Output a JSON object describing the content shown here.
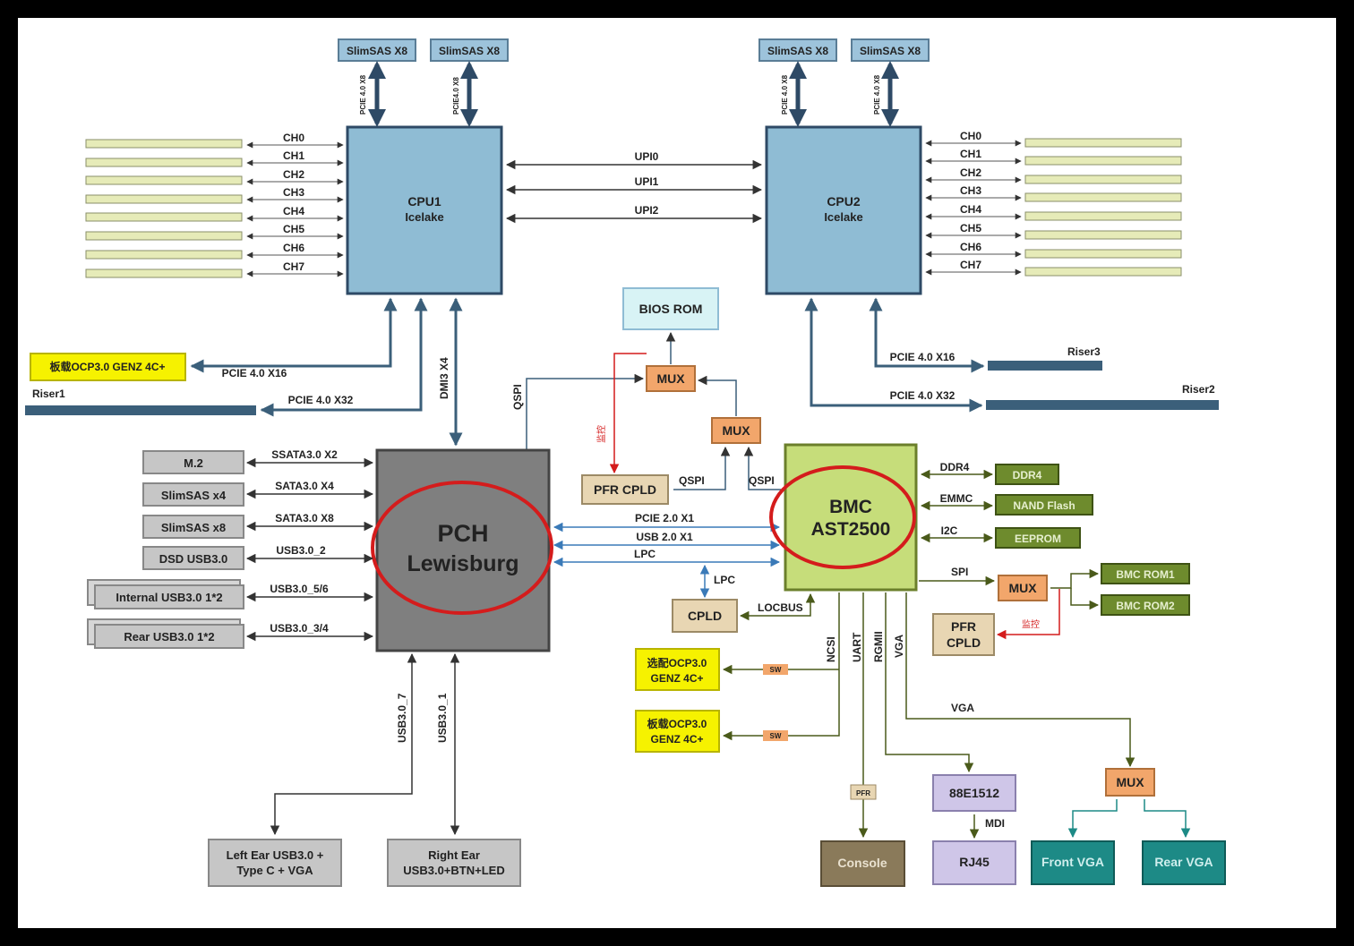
{
  "colors": {
    "background": "#ffffff",
    "frame": "#000000",
    "cpu_fill": "#8fbcd4",
    "pch_fill": "#7f7f7f",
    "bmc_fill": "#c6dd7a",
    "orange_box": "#f2a66b",
    "tan_box": "#e8d6b3",
    "yellow_box": "#f6f200",
    "green_box": "#6e8b2d",
    "teal_box": "#1d8a86",
    "lavender_box": "#cfc6e8",
    "brown_box": "#8a7a5a",
    "bios_fill": "#d8f3f5",
    "red_ring": "#d41c1c",
    "arrow": "#333333",
    "blue_arrow": "#3a7ab8",
    "red_arrow": "#d41c1c",
    "olive_arrow": "#4a5a1a",
    "teal_arrow": "#1d8a86",
    "gray_slot": "#c6c6c6",
    "dimm": "#e6ebb8",
    "riser": "#3b5f7a"
  },
  "cpu1": {
    "line1": "CPU1",
    "line2": "Icelake"
  },
  "cpu2": {
    "line1": "CPU2",
    "line2": "Icelake"
  },
  "pch": {
    "line1": "PCH",
    "line2": "Lewisburg"
  },
  "bmc": {
    "line1": "BMC",
    "line2": "AST2500"
  },
  "slimsas_top": [
    "SlimSAS X8",
    "SlimSAS X8",
    "SlimSAS X8",
    "SlimSAS X8"
  ],
  "pcie_vertical": [
    "PCIE 4.0 X8",
    "PCIE4.0 X8",
    "PCIE 4.0 X8",
    "PCIE 4.0 X8"
  ],
  "channels": [
    "CH0",
    "CH1",
    "CH2",
    "CH3",
    "CH4",
    "CH5",
    "CH6",
    "CH7"
  ],
  "upi": [
    "UPI0",
    "UPI1",
    "UPI2"
  ],
  "dmi_label": "DMI3 X4",
  "qspi_label": "QSPI",
  "bios_rom": "BIOS ROM",
  "mux_label": "MUX",
  "pfr_cpld": "PFR CPLD",
  "pfr_cpld_2": {
    "line1": "PFR",
    "line2": "CPLD"
  },
  "monitor_label": "监控",
  "qspi_small": [
    "QSPI",
    "QSPI"
  ],
  "ocp_top": "板载OCP3.0 GENZ 4C+",
  "riser1": "Riser1",
  "riser2": "Riser2",
  "riser3": "Riser3",
  "pcie_x16_left": "PCIE 4.0 X16",
  "pcie_x32_left": "PCIE 4.0 X32",
  "pcie_x16_right": "PCIE 4.0 X16",
  "pcie_x32_right": "PCIE 4.0 X32",
  "pch_left_devices": [
    {
      "name": "M.2",
      "bus": "SSATA3.0 X2"
    },
    {
      "name": "SlimSAS x4",
      "bus": "SATA3.0 X4"
    },
    {
      "name": "SlimSAS x8",
      "bus": "SATA3.0 X8"
    },
    {
      "name": "DSD USB3.0",
      "bus": "USB3.0_2"
    },
    {
      "name": "Internal USB3.0 1*2",
      "bus": "USB3.0_5/6"
    },
    {
      "name": "Rear USB3.0 1*2",
      "bus": "USB3.0_3/4"
    }
  ],
  "pch_bmc_links": [
    "PCIE 2.0 X1",
    "USB 2.0 X1",
    "LPC"
  ],
  "lpc_label": "LPC",
  "locbus_label": "LOCBUS",
  "cpld": "CPLD",
  "bmc_right": [
    {
      "bus": "DDR4",
      "device": "DDR4"
    },
    {
      "bus": "EMMC",
      "device": "NAND Flash"
    },
    {
      "bus": "I2C",
      "device": "EEPROM"
    }
  ],
  "spi_label": "SPI",
  "bmc_roms": [
    "BMC ROM1",
    "BMC ROM2"
  ],
  "bmc_down_labels": [
    "NCSI",
    "UART",
    "RGMII",
    "VGA"
  ],
  "sw_label": "SW",
  "ocp_opt": {
    "line1": "选配OCP3.0",
    "line2": "GENZ 4C+"
  },
  "ocp_onboard": {
    "line1": "板载OCP3.0",
    "line2": "GENZ 4C+"
  },
  "pfr_small": "PFR",
  "console": "Console",
  "phy": "88E1512",
  "mdi": "MDI",
  "rj45": "RJ45",
  "vga_label": "VGA",
  "front_vga": "Front VGA",
  "rear_vga": "Rear VGA",
  "usb_vertical": [
    "USB3.0_7",
    "USB3.0_1"
  ],
  "left_ear": {
    "line1": "Left Ear USB3.0 +",
    "line2": "Type C + VGA"
  },
  "right_ear": {
    "line1": "Right Ear",
    "line2": "USB3.0+BTN+LED"
  }
}
